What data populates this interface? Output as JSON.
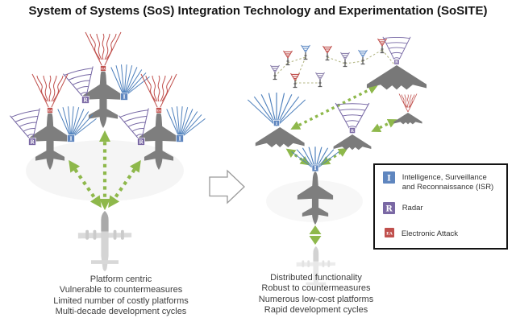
{
  "title": "System of Systems (SoS) Integration Technology and Experimentation (SoSITE)",
  "left_panel": {
    "caption": [
      "Platform centric",
      "Vulnerable to countermeasures",
      "Limited number of costly platforms",
      "Multi-decade development cycles"
    ]
  },
  "right_panel": {
    "caption": [
      "Distributed functionality",
      "Robust to countermeasures",
      "Numerous low-cost platforms",
      "Rapid development cycles"
    ]
  },
  "legend": {
    "items": [
      {
        "symbol": "I",
        "label": "Intelligence, Surveillance and Reconnaissance (ISR)",
        "color": "#5f86bf"
      },
      {
        "symbol": "R",
        "label": "Radar",
        "color": "#7a68a4"
      },
      {
        "symbol": "EA",
        "label": "Electronic Attack",
        "color": "#c0504d"
      }
    ]
  },
  "colors": {
    "isr_blue": "#4f81bd",
    "radar_purple": "#7667a4",
    "ea_red": "#c0504d",
    "link_green": "#8eb84b",
    "network_olive": "#b4b786",
    "aircraft_gray": "#7e7e7e"
  },
  "icons": {
    "fighter-jet-icon": "gray top-view fighter silhouette",
    "transport-plane-icon": "faded top-view cargo plane",
    "stealth-bomber-icon": "flying-wing silhouette",
    "mini-drone-icon": "small expendable platform with sensor cone",
    "isr-cone-icon": "blue ray fan",
    "radar-cone-icon": "purple arc cone",
    "ea-cone-icon": "red wavy cone",
    "link-arrow-icon": "green dashed bidirectional arrow",
    "transition-arrow-icon": "hollow right arrow"
  }
}
